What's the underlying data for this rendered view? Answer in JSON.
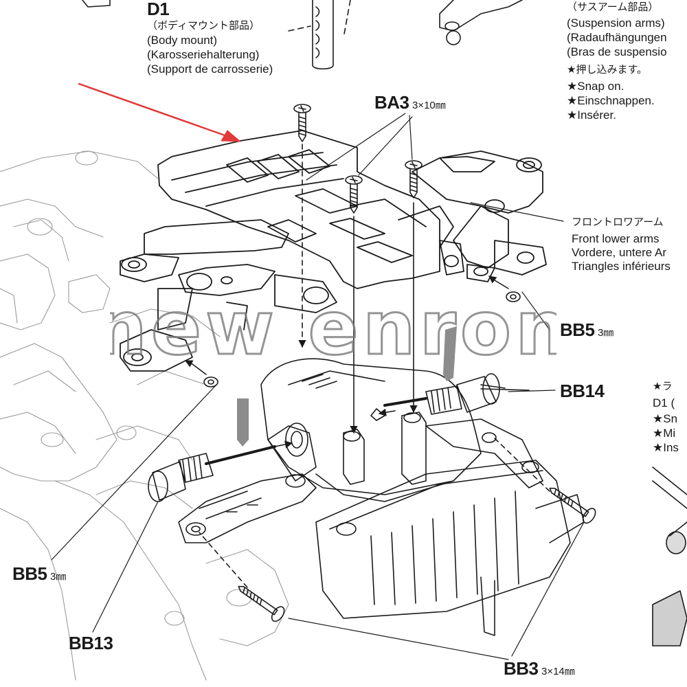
{
  "labels": {
    "d1": {
      "part": "D1",
      "jp": "（ボディマウント部品）",
      "en": "(Body mount)",
      "de": "(Karosseriehalterung)",
      "fr": "(Support de carrosserie)"
    },
    "suspension": {
      "jp": "（サスアーム部品）",
      "en": "(Suspension arms)",
      "de": "(Radaufhängungen",
      "fr": "(Bras de suspensio"
    },
    "snap": {
      "jp": "★押し込みます。",
      "en": "★Snap on.",
      "de": "★Einschnappen.",
      "fr": "★Insérer."
    },
    "ba3": {
      "part": "BA3",
      "size": "3×10㎜"
    },
    "front_lower": {
      "jp": "フロントロワアーム",
      "en": "Front lower arms",
      "de": "Vordere, untere Ar",
      "fr": "Triangles inférieurs"
    },
    "bb5_right": {
      "part": "BB5",
      "size": "3㎜"
    },
    "bb14": {
      "part": "BB14"
    },
    "right_partial": {
      "line1": "★ラ",
      "line2": "D1 (",
      "line3": "★Sn",
      "line4": "★Mi",
      "line5": "★Ins"
    },
    "bb5_left": {
      "part": "BB5",
      "size": "3㎜"
    },
    "bb13": {
      "part": "BB13"
    },
    "bb3": {
      "part": "BB3",
      "size": "3×14㎜"
    }
  },
  "watermark": {
    "text": "new enron",
    "color": "#7a7a7a"
  },
  "colors": {
    "line": "#1a1a1a",
    "arrow": "#e23a3a",
    "grease": "#8c8c8c"
  }
}
